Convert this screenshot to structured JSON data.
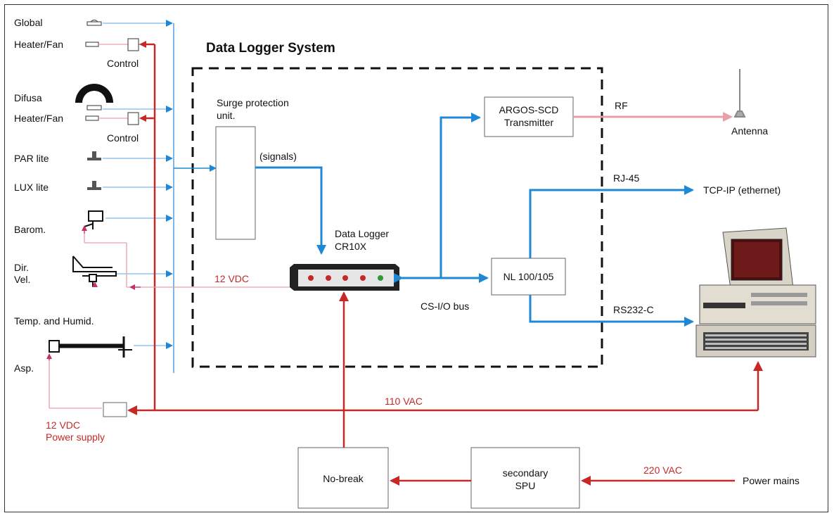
{
  "title": "Data Logger System",
  "sensors": {
    "global": "Global",
    "heater_fan_1": "Heater/Fan",
    "control_1": "Control",
    "difusa": "Difusa",
    "heater_fan_2": "Heater/Fan",
    "control_2": "Control",
    "par": "PAR lite",
    "lux": "LUX lite",
    "barom": "Barom.",
    "dir": "Dir.",
    "vel": "Vel.",
    "temp_humid": "Temp. and Humid.",
    "asp": "Asp."
  },
  "surge": {
    "line1": "Surge protection",
    "line2": "unit."
  },
  "signals": "(signals)",
  "logger": {
    "line1": "Data Logger",
    "line2": "CR10X"
  },
  "vdc_logger": "12 VDC",
  "bus": "CS-I/O bus",
  "argos": {
    "line1": "ARGOS-SCD",
    "line2": "Transmitter"
  },
  "rf": "RF",
  "antenna": "Antenna",
  "rj45": "RJ-45",
  "tcpip": "TCP-IP (ethernet)",
  "nl": "NL 100/105",
  "rs232": "RS232-C",
  "vac110": "110 VAC",
  "power_supply": {
    "line1": "12 VDC",
    "line2": "Power supply"
  },
  "nobreak": "No-break",
  "spu": {
    "line1": "secondary",
    "line2": "SPU"
  },
  "vac220": "220 VAC",
  "mains": "Power mains",
  "colors": {
    "blue": "#1e88d6",
    "red": "#c62828",
    "pink": "#e8a0a8",
    "magenta": "#c0306a"
  }
}
